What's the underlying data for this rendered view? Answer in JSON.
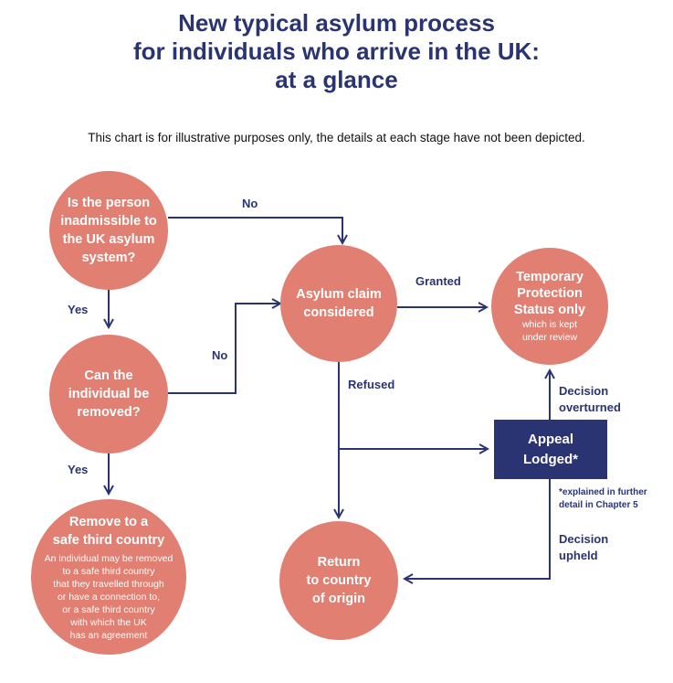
{
  "title": {
    "line1": "New typical asylum process",
    "line2": "for individuals who arrive in the UK:",
    "line3": "at a glance"
  },
  "subtitle": "This chart is for illustrative purposes only, the details at each stage have not been depicted.",
  "nodes": {
    "inadmissible": {
      "lines": [
        "Is the person",
        "inadmissible to",
        "the UK asylum",
        "system?"
      ]
    },
    "removed": {
      "lines": [
        "Can the",
        "individual be",
        "removed?"
      ]
    },
    "third_country": {
      "title_lines": [
        "Remove to a",
        "safe third country"
      ],
      "detail_lines": [
        "An individual may be removed",
        "to a safe third country",
        "that they travelled through",
        "or have a connection to,",
        "or a safe third country",
        "with which the UK",
        "has an agreement"
      ]
    },
    "claim": {
      "lines": [
        "Asylum claim",
        "considered"
      ]
    },
    "temporary": {
      "title_lines": [
        "Temporary",
        "Protection",
        "Status only"
      ],
      "detail_lines": [
        "which is kept",
        "under review"
      ]
    },
    "return": {
      "lines": [
        "Return",
        "to country",
        "of origin"
      ]
    },
    "appeal": {
      "lines": [
        "Appeal",
        "Lodged*"
      ]
    }
  },
  "labels": {
    "no_top": "No",
    "yes_1": "Yes",
    "no_mid": "No",
    "yes_2": "Yes",
    "granted": "Granted",
    "refused": "Refused",
    "overturned": [
      "Decision",
      "overturned"
    ],
    "upheld": [
      "Decision",
      "upheld"
    ]
  },
  "footnote": [
    "*explained in further",
    "detail in Chapter 5"
  ],
  "colors": {
    "navy": "#2b3473",
    "salmon": "#e07f72"
  }
}
